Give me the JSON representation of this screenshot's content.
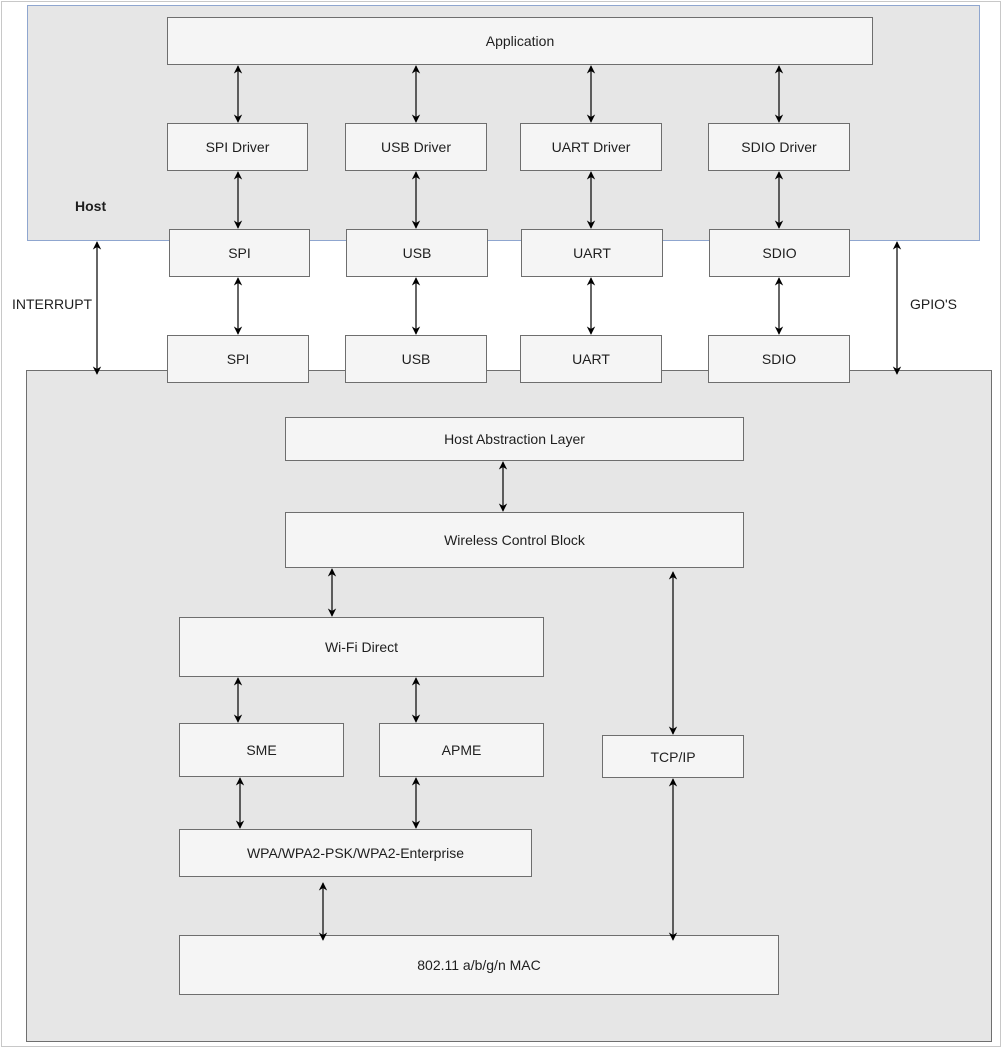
{
  "diagram": {
    "host_label": "Host",
    "interrupt_label": "INTERRUPT",
    "gpio_label": "GPIO'S",
    "application": "Application",
    "drivers": [
      "SPI Driver",
      "USB Driver",
      "UART Driver",
      "SDIO Driver"
    ],
    "host_interfaces": [
      "SPI",
      "USB",
      "UART",
      "SDIO"
    ],
    "device_interfaces": [
      "SPI",
      "USB",
      "UART",
      "SDIO"
    ],
    "host_abstraction_layer": "Host Abstraction Layer",
    "wireless_control_block": "Wireless Control Block",
    "wifi_direct": "Wi-Fi Direct",
    "sme": "SME",
    "apme": "APME",
    "tcp_ip": "TCP/IP",
    "wpa": "WPA/WPA2-PSK/WPA2-Enterprise",
    "mac": "802.11 a/b/g/n MAC"
  }
}
